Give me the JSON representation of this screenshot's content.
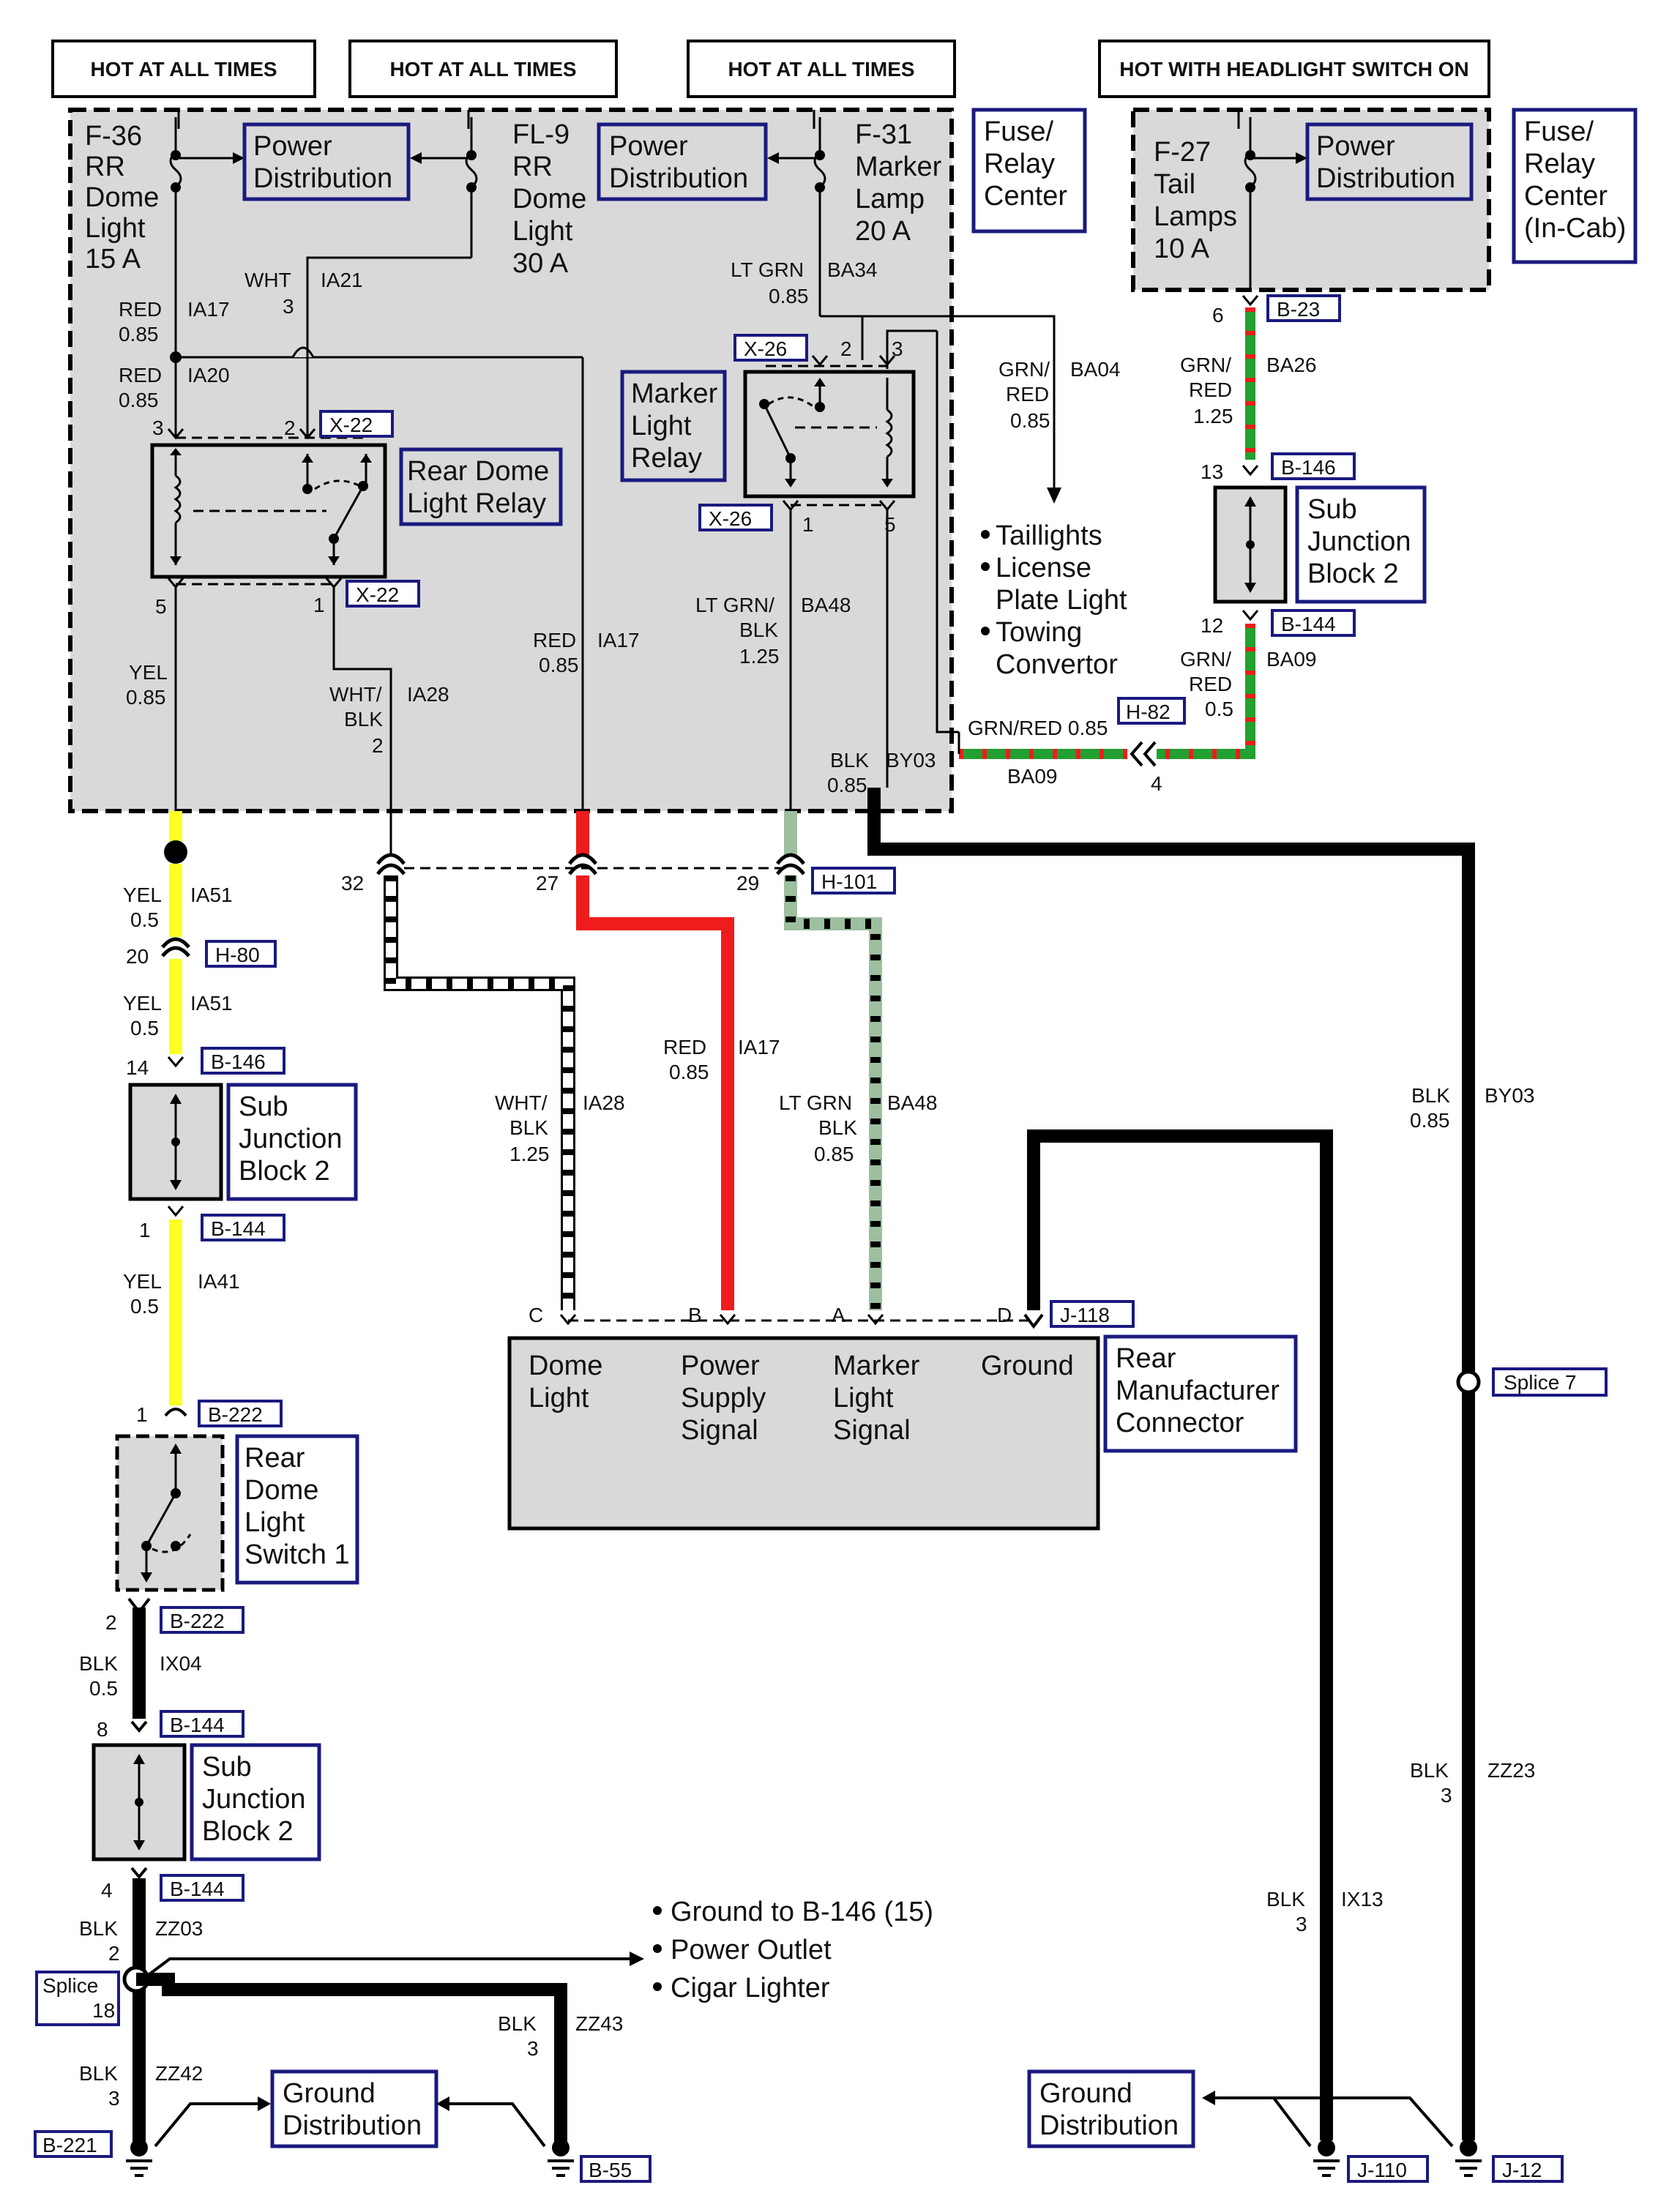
{
  "headers": {
    "h1": "HOT AT ALL TIMES",
    "h2": "HOT AT ALL TIMES",
    "h3": "HOT AT ALL TIMES",
    "h4": "HOT WITH HEADLIGHT SWITCH ON"
  },
  "fuse_center_main": {
    "label_lines": [
      "Fuse/",
      "Relay",
      "Center"
    ]
  },
  "fuse_center_cab": {
    "label_lines": [
      "Fuse/",
      "Relay",
      "Center",
      "(In-Cab)"
    ]
  },
  "fuses": {
    "f36": [
      "F-36",
      "RR",
      "Dome",
      "Light",
      "15 A"
    ],
    "fl9": [
      "FL-9",
      "RR",
      "Dome",
      "Light",
      "30 A"
    ],
    "f31": [
      "F-31",
      "Marker",
      "Lamp",
      "20 A"
    ],
    "f27": [
      "F-27",
      "Tail",
      "Lamps",
      "10 A"
    ]
  },
  "power_distribution": [
    "Power",
    "Distribution"
  ],
  "components": {
    "rear_dome_relay": [
      "Rear Dome",
      "Light Relay"
    ],
    "marker_relay": [
      "Marker",
      "Light",
      "Relay"
    ],
    "sjb2": [
      "Sub",
      "Junction",
      "Block 2"
    ],
    "rear_dome_switch": [
      "Rear",
      "Dome",
      "Light",
      "Switch 1"
    ],
    "rear_mfr_connector": [
      "Rear",
      "Manufacturer",
      "Connector"
    ],
    "ground_distribution": [
      "Ground",
      "Distribution"
    ],
    "splice18": [
      "Splice",
      "18"
    ],
    "splice7": "Splice 7"
  },
  "rear_connector_pins": {
    "c": {
      "letter": "C",
      "lines": [
        "Dome",
        "Light"
      ]
    },
    "b": {
      "letter": "B",
      "lines": [
        "Power",
        "Supply",
        "Signal"
      ]
    },
    "a": {
      "letter": "A",
      "lines": [
        "Marker",
        "Light",
        "Signal"
      ]
    },
    "d": {
      "letter": "D",
      "lines": [
        "Ground"
      ]
    }
  },
  "connectors": {
    "x22a": "X-22",
    "x22b": "X-22",
    "x26a": "X-26",
    "x26b": "X-26",
    "b23": "B-23",
    "b146a": "B-146",
    "b144a": "B-144",
    "h82": "H-82",
    "h101": "H-101",
    "h80": "H-80",
    "b146b": "B-146",
    "b144b": "B-144",
    "b222a": "B-222",
    "b222b": "B-222",
    "b144c": "B-144",
    "b144d": "B-144",
    "j118": "J-118",
    "b221": "B-221",
    "b55": "B-55",
    "j110": "J-110",
    "j12": "J-12"
  },
  "marker_loads": [
    "Taillights",
    "License",
    "Plate Light",
    "Towing",
    "Convertor"
  ],
  "ground_loads": [
    "Ground to B-146 (15)",
    "Power Outlet",
    "Cigar Lighter"
  ],
  "pins": {
    "p3": "3",
    "p2": "2",
    "p5": "5",
    "p1": "1",
    "m2": "2",
    "m3": "3",
    "m1": "1",
    "m5": "5",
    "b23": "6",
    "b146": "13",
    "b144": "12",
    "h82": "4",
    "h101_32": "32",
    "h101_27": "27",
    "h101_29": "29",
    "h80": "20",
    "b146b": "14",
    "b144b": "1",
    "b222a": "1",
    "b222b": "2",
    "b144c": "8",
    "b144d": "4"
  },
  "wires": {
    "ia17_top": {
      "color": [
        "RED",
        "0.85"
      ],
      "code": "IA17"
    },
    "ia20": {
      "color": [
        "RED",
        "0.85"
      ],
      "code": "IA20"
    },
    "ia21": {
      "color": [
        "WHT",
        "3"
      ],
      "code": "IA21"
    },
    "ba34": {
      "color": [
        "LT GRN",
        "0.85"
      ],
      "code": "BA34"
    },
    "ba04": {
      "color": [
        "GRN/",
        "RED",
        "0.85"
      ],
      "code": "BA04"
    },
    "ba26": {
      "color": [
        "GRN/",
        "RED",
        "1.25"
      ],
      "code": "BA26"
    },
    "ba09_v": {
      "color": [
        "GRN/",
        "RED",
        "0.5"
      ],
      "code": "BA09"
    },
    "ba09_h": {
      "color": "GRN/RED 0.85",
      "code": "BA09"
    },
    "yel_085": {
      "color": [
        "YEL",
        "0.85"
      ]
    },
    "ia28_in": {
      "color": [
        "WHT/",
        "BLK",
        "2"
      ],
      "code": "IA28"
    },
    "ia17_in": {
      "color": [
        "RED",
        "0.85"
      ],
      "code": "IA17"
    },
    "ba48_in": {
      "color": [
        "LT GRN/",
        "BLK",
        "1.25"
      ],
      "code": "BA48"
    },
    "by03_in": {
      "color": [
        "BLK",
        "0.85"
      ],
      "code": "BY03"
    },
    "ia51_a": {
      "color": [
        "YEL",
        "0.5"
      ],
      "code": "IA51"
    },
    "ia51_b": {
      "color": [
        "YEL",
        "0.5"
      ],
      "code": "IA51"
    },
    "ia41": {
      "color": [
        "YEL",
        "0.5"
      ],
      "code": "IA41"
    },
    "ia28_out": {
      "color": [
        "WHT/",
        "BLK",
        "1.25"
      ],
      "code": "IA28"
    },
    "ia17_out": {
      "color": [
        "RED",
        "0.85"
      ],
      "code": "IA17"
    },
    "ba48_out": {
      "color": [
        "LT GRN",
        "BLK",
        "0.85"
      ],
      "code": "BA48"
    },
    "by03_out": {
      "color": [
        "BLK",
        "0.85"
      ],
      "code": "BY03"
    },
    "ix04": {
      "color": [
        "BLK",
        "0.5"
      ],
      "code": "IX04"
    },
    "zz03": {
      "color": [
        "BLK",
        "2"
      ],
      "code": "ZZ03"
    },
    "zz42": {
      "color": [
        "BLK",
        "3"
      ],
      "code": "ZZ42"
    },
    "zz43": {
      "color": [
        "BLK",
        "3"
      ],
      "code": "ZZ43"
    },
    "zz23": {
      "color": [
        "BLK",
        "3"
      ],
      "code": "ZZ23"
    },
    "ix13": {
      "color": [
        "BLK",
        "3"
      ],
      "code": "IX13"
    }
  },
  "colors": {
    "yellow": "#ffff22",
    "red": "#ee1c1c",
    "green": "#22a032",
    "lt_green": "#9dbf9f",
    "black": "#000000",
    "box_fill": "#d9d9d9",
    "label_border": "#1a1a80"
  }
}
